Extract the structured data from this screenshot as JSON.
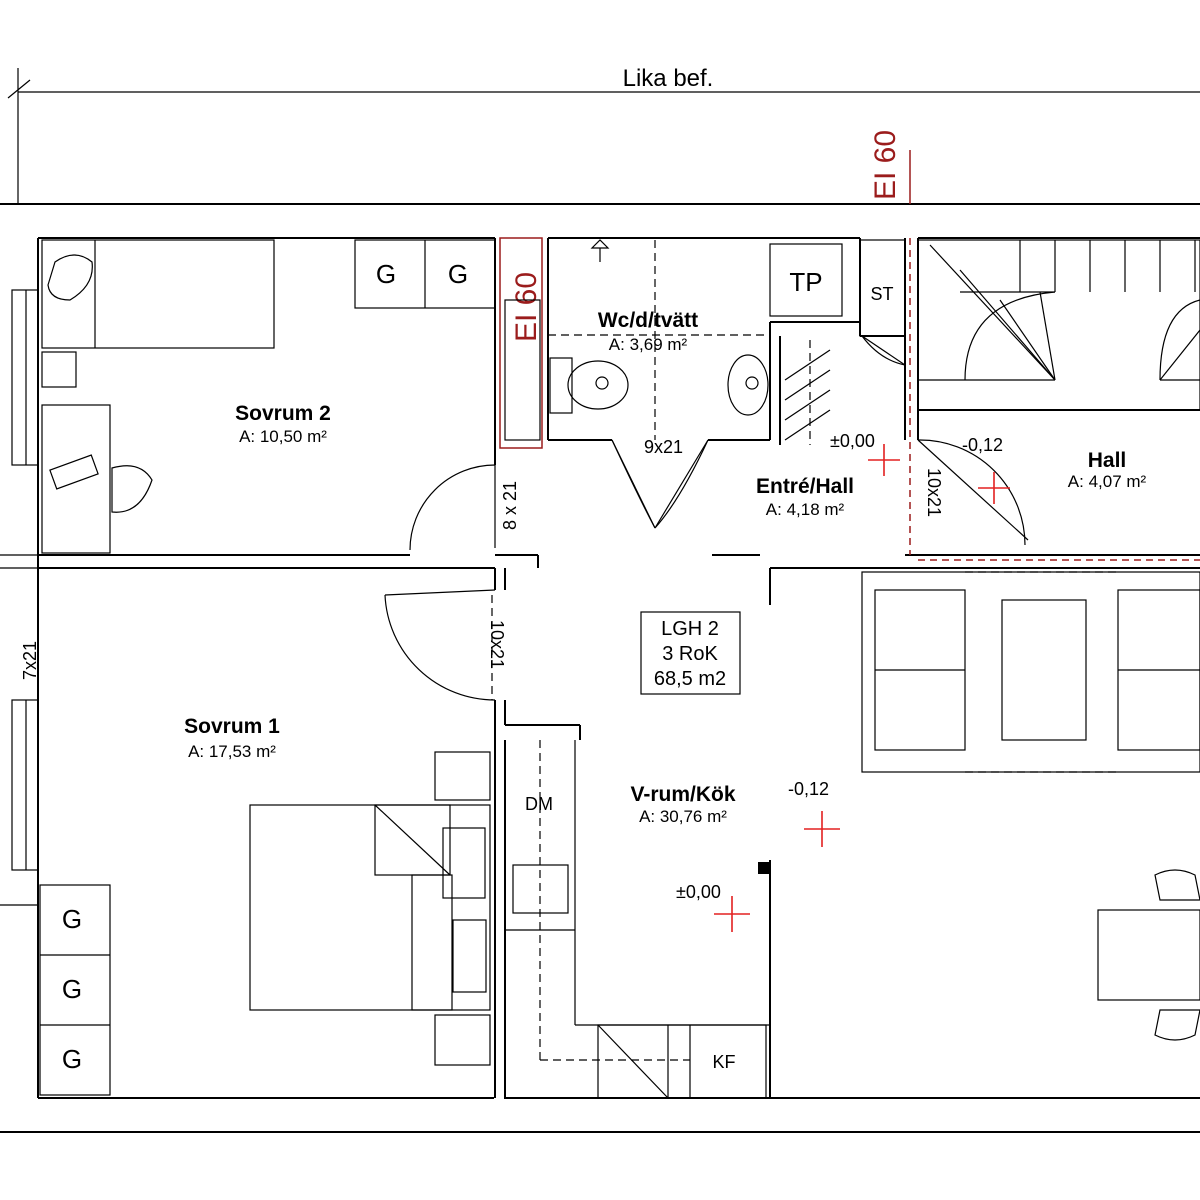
{
  "header": {
    "neighbor_label": "Lika bef."
  },
  "fire_ratings": {
    "top": "EI 60",
    "wc_wall": "EI 60"
  },
  "rooms": {
    "sovrum2": {
      "name": "Sovrum 2",
      "area": "A: 10,50 m²"
    },
    "wc": {
      "name": "Wc/d/tvätt",
      "area": "A: 3,69 m²"
    },
    "entre": {
      "name": "Entré/Hall",
      "area": "A: 4,18 m²"
    },
    "hall": {
      "name": "Hall",
      "area": "A: 4,07 m²"
    },
    "sovrum1": {
      "name": "Sovrum 1",
      "area": "A: 17,53 m²"
    },
    "vrum": {
      "name": "V-rum/Kök",
      "area": "A: 30,76 m²"
    }
  },
  "apartment": {
    "line1": "LGH 2",
    "line2": "3 RoK",
    "line3": "68,5 m2"
  },
  "doors": {
    "d_8x21": "8 x 21",
    "d_9x21": "9x21",
    "d_10x21_hall": "10x21",
    "d_10x21_s1": "10x21",
    "d_7x21": "7x21"
  },
  "levels": {
    "entre": "±0,00",
    "hall": "-0,12",
    "vrum_upper": "-0,12",
    "vrum_lower": "±0,00"
  },
  "fixtures": {
    "wardrobe": "G",
    "tp": "TP",
    "st": "ST",
    "dm": "DM",
    "kf": "KF"
  }
}
